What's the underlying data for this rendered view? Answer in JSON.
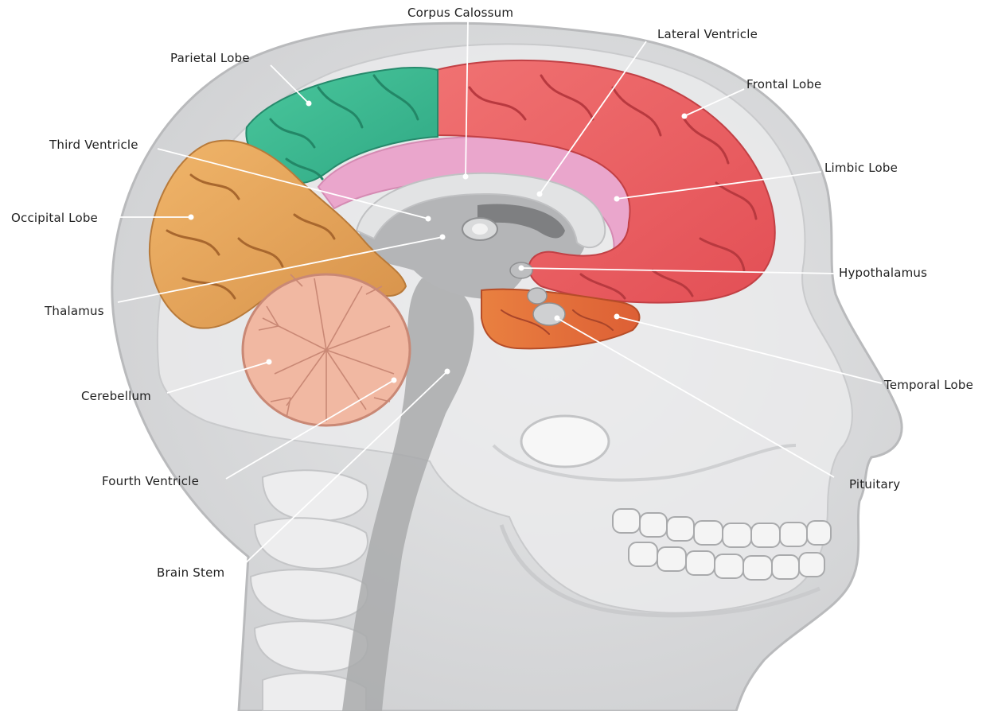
{
  "diagram": {
    "colors": {
      "background": "#ffffff",
      "head": "#d7d8d9",
      "head_edge": "#bfc0c2",
      "skull": "#e9eaeb",
      "frontal_lobe": "#ef6363",
      "parietal_lobe": "#3fbf93",
      "occipital_lobe": "#e9a95c",
      "limbic_lobe": "#eaa6cc",
      "temporal_lobe": "#e7703d",
      "cerebellum": "#f1b8a2",
      "midbrain_gray": "#9b9c9e",
      "leader_line": "#ffffff"
    },
    "labels": {
      "corpus_calossum": "Corpus Calossum",
      "lateral_ventricle": "Lateral Ventricle",
      "parietal_lobe": "Parietal Lobe",
      "frontal_lobe": "Frontal Lobe",
      "third_ventricle": "Third Ventricle",
      "limbic_lobe": "Limbic Lobe",
      "occipital_lobe": "Occipital Lobe",
      "hypothalamus": "Hypothalamus",
      "thalamus": "Thalamus",
      "temporal_lobe": "Temporal Lobe",
      "cerebellum": "Cerebellum",
      "pituitary": "Pituitary",
      "fourth_ventricle": "Fourth Ventricle",
      "brain_stem": "Brain Stem"
    }
  }
}
